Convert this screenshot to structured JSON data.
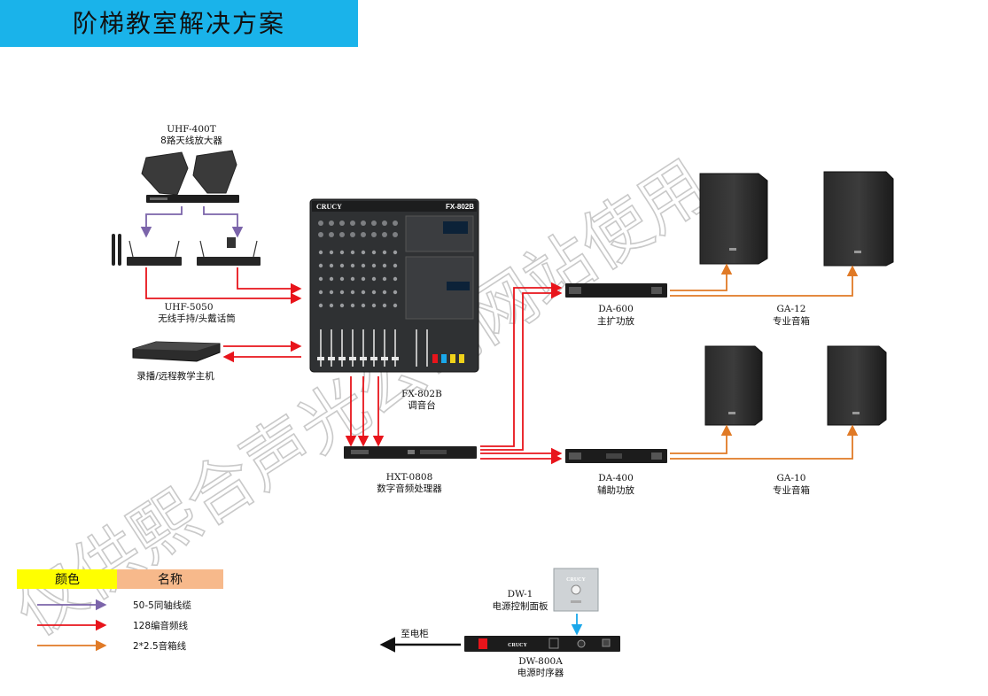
{
  "title": "阶梯教室解决方案",
  "watermark": "仅供熙合声光公司网站使用",
  "colors": {
    "title_bg": "#1ab3ea",
    "coax": "#7b64aa",
    "audio": "#e8141b",
    "speaker": "#e07a26",
    "control": "#1aa7ea",
    "legend_color_head": "#ffff00",
    "legend_name_head": "#f7b98b"
  },
  "devices": {
    "antenna_amp": {
      "model": "UHF-400T",
      "desc": "8路天线放大器"
    },
    "wireless_mic": {
      "model": "UHF-5050",
      "desc": "无线手持/头戴话筒"
    },
    "recorder": {
      "desc": "录播/远程教学主机"
    },
    "mixer": {
      "model": "FX-802B",
      "desc": "调音台",
      "brand": "CRUCY",
      "panel_model": "FX-802B"
    },
    "processor": {
      "model": "HXT-0808",
      "desc": "数字音频处理器"
    },
    "main_amp": {
      "model": "DA-600",
      "desc": "主扩功放"
    },
    "aux_amp": {
      "model": "DA-400",
      "desc": "辅助功放"
    },
    "main_speaker": {
      "model": "GA-12",
      "desc": "专业音箱"
    },
    "aux_speaker": {
      "model": "GA-10",
      "desc": "专业音箱"
    },
    "power_panel": {
      "model": "DW-1",
      "desc": "电源控制面板",
      "brand": "CRUCY"
    },
    "sequencer": {
      "model": "DW-800A",
      "desc": "电源时序器",
      "brand": "CRUCY"
    },
    "power_cabinet": {
      "desc": "至电柜"
    }
  },
  "legend": {
    "color_header": "颜色",
    "name_header": "名称",
    "items": [
      {
        "name": "50-5同轴线缆",
        "color": "#7b64aa"
      },
      {
        "name": "128编音频线",
        "color": "#e8141b"
      },
      {
        "name": "2*2.5音箱线",
        "color": "#e07a26"
      }
    ]
  }
}
